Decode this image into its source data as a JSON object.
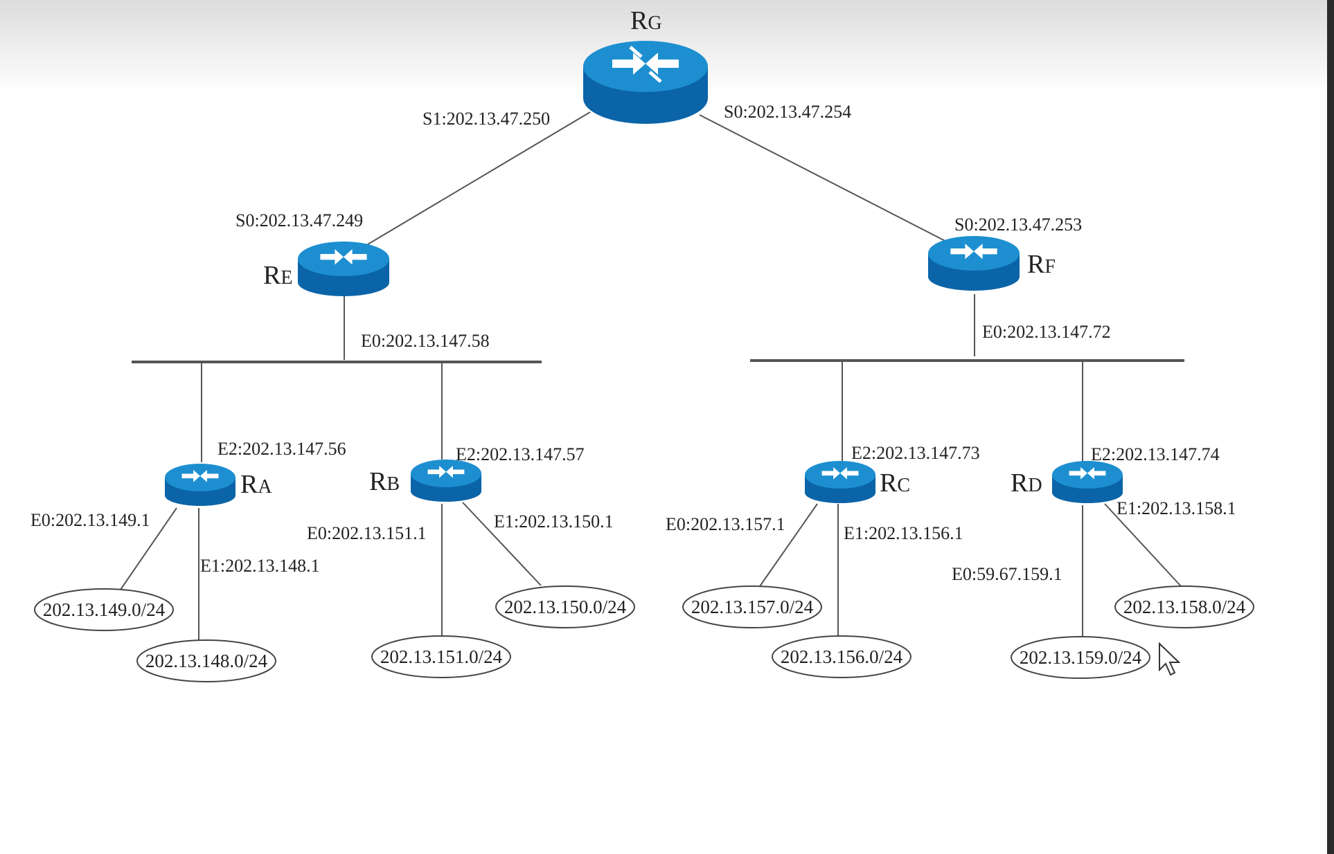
{
  "routers": {
    "rg": {
      "main": "R",
      "sub": "G"
    },
    "re": {
      "main": "R",
      "sub": "E"
    },
    "rf": {
      "main": "R",
      "sub": "F"
    },
    "ra": {
      "main": "R",
      "sub": "A"
    },
    "rb": {
      "main": "R",
      "sub": "B"
    },
    "rc": {
      "main": "R",
      "sub": "C"
    },
    "rd": {
      "main": "R",
      "sub": "D"
    }
  },
  "interfaces": {
    "rg_s1": "S1:202.13.47.250",
    "rg_s0": "S0:202.13.47.254",
    "re_s0": "S0:202.13.47.249",
    "rf_s0": "S0:202.13.47.253",
    "re_e0": "E0:202.13.147.58",
    "rf_e0": "E0:202.13.147.72",
    "ra_e2": "E2:202.13.147.56",
    "rb_e2": "E2:202.13.147.57",
    "rc_e2": "E2:202.13.147.73",
    "rd_e2": "E2:202.13.147.74",
    "ra_e0": "E0:202.13.149.1",
    "ra_e1": "E1:202.13.148.1",
    "rb_e0": "E0:202.13.151.1",
    "rb_e1": "E1:202.13.150.1",
    "rc_e0": "E0:202.13.157.1",
    "rc_e1": "E1:202.13.156.1",
    "rd_e0": "E0:59.67.159.1",
    "rd_e1": "E1:202.13.158.1"
  },
  "networks": {
    "n149": "202.13.149.0/24",
    "n148": "202.13.148.0/24",
    "n151": "202.13.151.0/24",
    "n150": "202.13.150.0/24",
    "n157": "202.13.157.0/24",
    "n156": "202.13.156.0/24",
    "n159": "202.13.159.0/24",
    "n158": "202.13.158.0/24"
  },
  "colors": {
    "router_top": "#1d8fd0",
    "router_side": "#0b64a8",
    "link": "#555555",
    "background": "#ffffff"
  },
  "icons": {
    "router": "router-icon",
    "cursor": "mouse-pointer-icon"
  }
}
